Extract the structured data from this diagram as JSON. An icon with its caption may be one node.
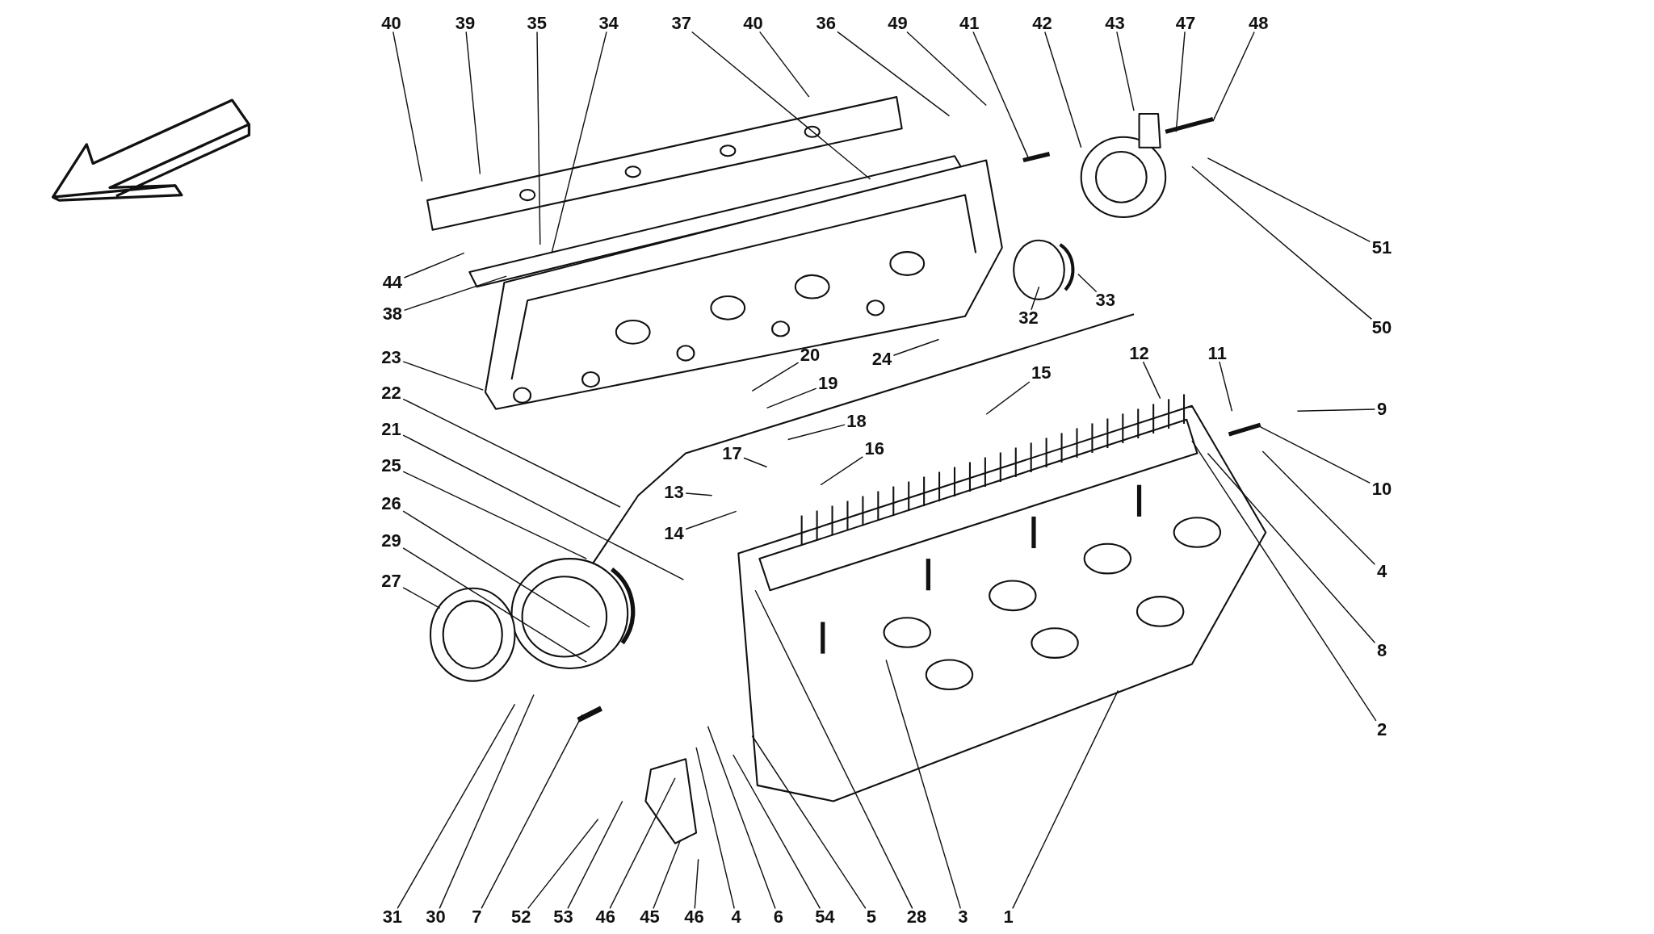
{
  "diagram": {
    "nodes": [
      {
        "text": [
          "40"
        ]
      },
      {
        "text": [
          "39"
        ]
      },
      {
        "text": [
          "35"
        ]
      },
      {
        "text": [
          "34"
        ]
      },
      {
        "text": [
          "37"
        ]
      },
      {
        "text": [
          "40"
        ]
      },
      {
        "text": [
          "36"
        ]
      },
      {
        "text": [
          "49"
        ]
      },
      {
        "text": [
          "41"
        ]
      },
      {
        "text": [
          "42"
        ]
      },
      {
        "text": [
          "43"
        ]
      },
      {
        "text": [
          "47"
        ]
      },
      {
        "text": [
          "48"
        ]
      },
      {
        "text": [
          "51"
        ]
      },
      {
        "text": [
          "44"
        ]
      },
      {
        "text": [
          "38"
        ]
      },
      {
        "text": [
          "32"
        ]
      },
      {
        "text": [
          "33"
        ]
      },
      {
        "text": [
          "50"
        ]
      },
      {
        "text": [
          "12"
        ]
      },
      {
        "text": [
          "11"
        ]
      },
      {
        "text": [
          "20"
        ]
      },
      {
        "text": [
          "23"
        ]
      },
      {
        "text": [
          "24"
        ]
      },
      {
        "text": [
          "15"
        ]
      },
      {
        "text": [
          "19"
        ]
      },
      {
        "text": [
          "22"
        ]
      },
      {
        "text": [
          "9"
        ]
      },
      {
        "text": [
          "18"
        ]
      },
      {
        "text": [
          "21"
        ]
      },
      {
        "text": [
          "16"
        ]
      },
      {
        "text": [
          "17"
        ]
      },
      {
        "text": [
          "25"
        ]
      },
      {
        "text": [
          "10"
        ]
      },
      {
        "text": [
          "13"
        ]
      },
      {
        "text": [
          "26"
        ]
      },
      {
        "text": [
          "14"
        ]
      },
      {
        "text": [
          "29"
        ]
      },
      {
        "text": [
          "4"
        ]
      },
      {
        "text": [
          "27"
        ]
      },
      {
        "text": [
          "8"
        ]
      },
      {
        "text": [
          "2"
        ]
      },
      {
        "text": [
          "31"
        ]
      },
      {
        "text": [
          "30"
        ]
      },
      {
        "text": [
          "7"
        ]
      },
      {
        "text": [
          "52"
        ]
      },
      {
        "text": [
          "53"
        ]
      },
      {
        "text": [
          "46"
        ]
      },
      {
        "text": [
          "45"
        ]
      },
      {
        "text": [
          "46"
        ]
      },
      {
        "text": [
          "4"
        ]
      },
      {
        "text": [
          "6"
        ]
      },
      {
        "text": [
          "54"
        ]
      },
      {
        "text": [
          "5"
        ]
      },
      {
        "text": [
          "28"
        ]
      },
      {
        "text": [
          "3"
        ]
      },
      {
        "text": [
          "1"
        ]
      }
    ],
    "edges": [
      {
        "from": 0,
        "to": null,
        "arrow": "none"
      },
      {
        "from": 1,
        "to": null,
        "arrow": "none"
      },
      {
        "from": 2,
        "to": null,
        "arrow": "none"
      },
      {
        "from": 3,
        "to": null,
        "arrow": "none"
      },
      {
        "from": 4,
        "to": null,
        "arrow": "none"
      },
      {
        "from": 5,
        "to": null,
        "arrow": "none"
      },
      {
        "from": 6,
        "to": null,
        "arrow": "none"
      },
      {
        "from": 7,
        "to": null,
        "arrow": "none"
      },
      {
        "from": 8,
        "to": null,
        "arrow": "none"
      },
      {
        "from": 9,
        "to": null,
        "arrow": "none"
      },
      {
        "from": 10,
        "to": null,
        "arrow": "none"
      },
      {
        "from": 11,
        "to": null,
        "arrow": "none"
      },
      {
        "from": 12,
        "to": null,
        "arrow": "none"
      },
      {
        "from": 13,
        "to": null,
        "arrow": "none"
      },
      {
        "from": 14,
        "to": null,
        "arrow": "none"
      },
      {
        "from": 15,
        "to": null,
        "arrow": "none"
      },
      {
        "from": 16,
        "to": null,
        "arrow": "none"
      },
      {
        "from": 17,
        "to": null,
        "arrow": "none"
      },
      {
        "from": 18,
        "to": null,
        "arrow": "none"
      },
      {
        "from": 19,
        "to": null,
        "arrow": "none"
      },
      {
        "from": 20,
        "to": null,
        "arrow": "none"
      },
      {
        "from": 21,
        "to": null,
        "arrow": "none"
      },
      {
        "from": 22,
        "to": null,
        "arrow": "none"
      },
      {
        "from": 23,
        "to": null,
        "arrow": "none"
      },
      {
        "from": 24,
        "to": null,
        "arrow": "none"
      },
      {
        "from": 25,
        "to": null,
        "arrow": "none"
      },
      {
        "from": 26,
        "to": null,
        "arrow": "none"
      },
      {
        "from": 27,
        "to": null,
        "arrow": "none"
      },
      {
        "from": 28,
        "to": null,
        "arrow": "none"
      },
      {
        "from": 29,
        "to": null,
        "arrow": "none"
      },
      {
        "from": 30,
        "to": null,
        "arrow": "none"
      },
      {
        "from": 31,
        "to": null,
        "arrow": "none"
      },
      {
        "from": 32,
        "to": null,
        "arrow": "none"
      },
      {
        "from": 33,
        "to": null,
        "arrow": "none"
      },
      {
        "from": 34,
        "to": null,
        "arrow": "none"
      },
      {
        "from": 35,
        "to": null,
        "arrow": "none"
      },
      {
        "from": 36,
        "to": null,
        "arrow": "none"
      },
      {
        "from": 37,
        "to": null,
        "arrow": "none"
      },
      {
        "from": 38,
        "to": null,
        "arrow": "none"
      },
      {
        "from": 39,
        "to": null,
        "arrow": "none"
      },
      {
        "from": 40,
        "to": null,
        "arrow": "none"
      },
      {
        "from": 41,
        "to": null,
        "arrow": "none"
      },
      {
        "from": 42,
        "to": null,
        "arrow": "none"
      },
      {
        "from": 43,
        "to": null,
        "arrow": "none"
      },
      {
        "from": 44,
        "to": null,
        "arrow": "none"
      },
      {
        "from": 45,
        "to": null,
        "arrow": "none"
      },
      {
        "from": 46,
        "to": null,
        "arrow": "none"
      },
      {
        "from": 47,
        "to": null,
        "arrow": "none"
      },
      {
        "from": 48,
        "to": null,
        "arrow": "none"
      },
      {
        "from": 49,
        "to": null,
        "arrow": "none"
      },
      {
        "from": 50,
        "to": null,
        "arrow": "none"
      },
      {
        "from": 51,
        "to": null,
        "arrow": "none"
      },
      {
        "from": 52,
        "to": null,
        "arrow": "none"
      },
      {
        "from": 53,
        "to": null,
        "arrow": "none"
      },
      {
        "from": 54,
        "to": null,
        "arrow": "none"
      },
      {
        "from": 55,
        "to": null,
        "arrow": "none"
      },
      {
        "from": 56,
        "to": null,
        "arrow": "none"
      }
    ]
  }
}
